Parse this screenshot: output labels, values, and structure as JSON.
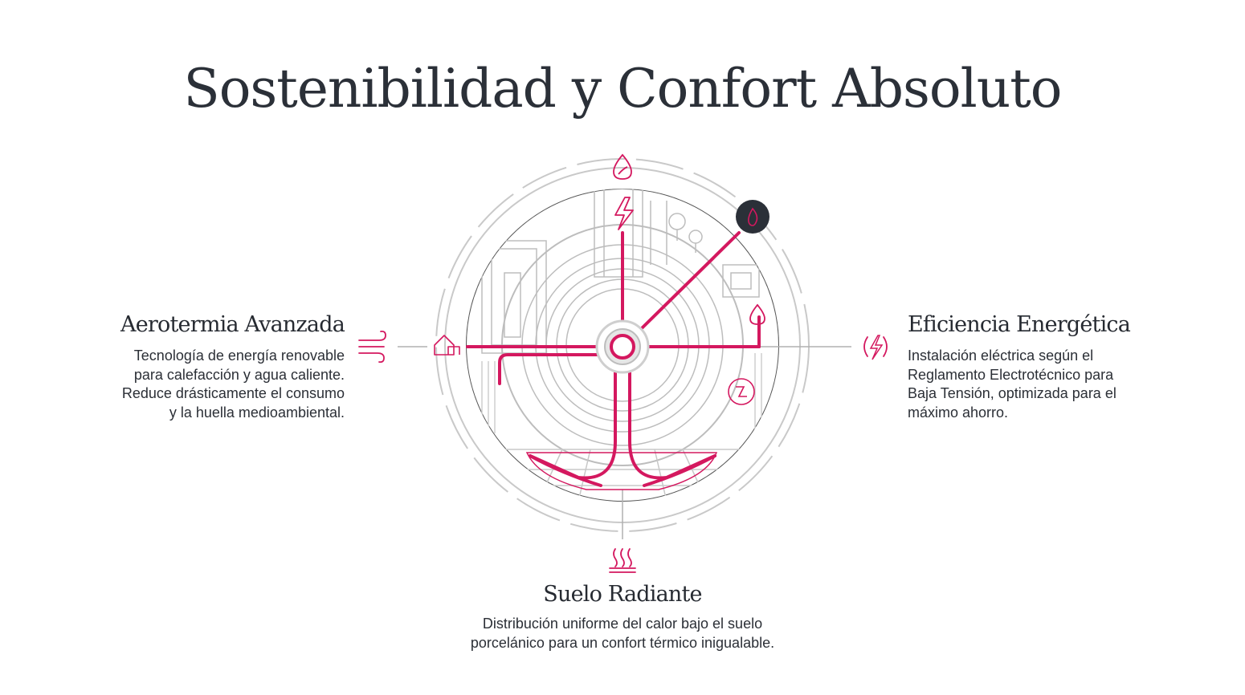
{
  "title": "Sostenibilidad y Confort Absoluto",
  "features": {
    "left": {
      "heading": "Aerotermia Avanzada",
      "lines": [
        "Tecnología de energía renovable",
        "para calefacción y agua caliente.",
        "Reduce drásticamente el consumo",
        "y la huella medioambiental."
      ],
      "icon": "wind-icon"
    },
    "right": {
      "heading": "Eficiencia Energética",
      "lines": [
        "Instalación eléctrica según el",
        "Reglamento Electrotécnico para",
        "Baja Tensión, optimizada para el",
        "máximo ahorro."
      ],
      "icon": "energy-cycle-icon"
    },
    "bottom": {
      "heading": "Suelo Radiante",
      "lines": [
        "Distribución uniforme del calor bajo el suelo",
        "porcelánico para un confort térmico inigualable."
      ],
      "icon": "underfloor-heat-icon"
    }
  },
  "colors": {
    "accent": "#d4185f",
    "line": "#b5b5b5",
    "dark": "#2b3038"
  },
  "diagram_icons": [
    "leaf-drop-icon",
    "lightning-icon",
    "flame-icon",
    "plant-drop-icon",
    "recycle-icon",
    "house-icon",
    "trees-icon"
  ]
}
